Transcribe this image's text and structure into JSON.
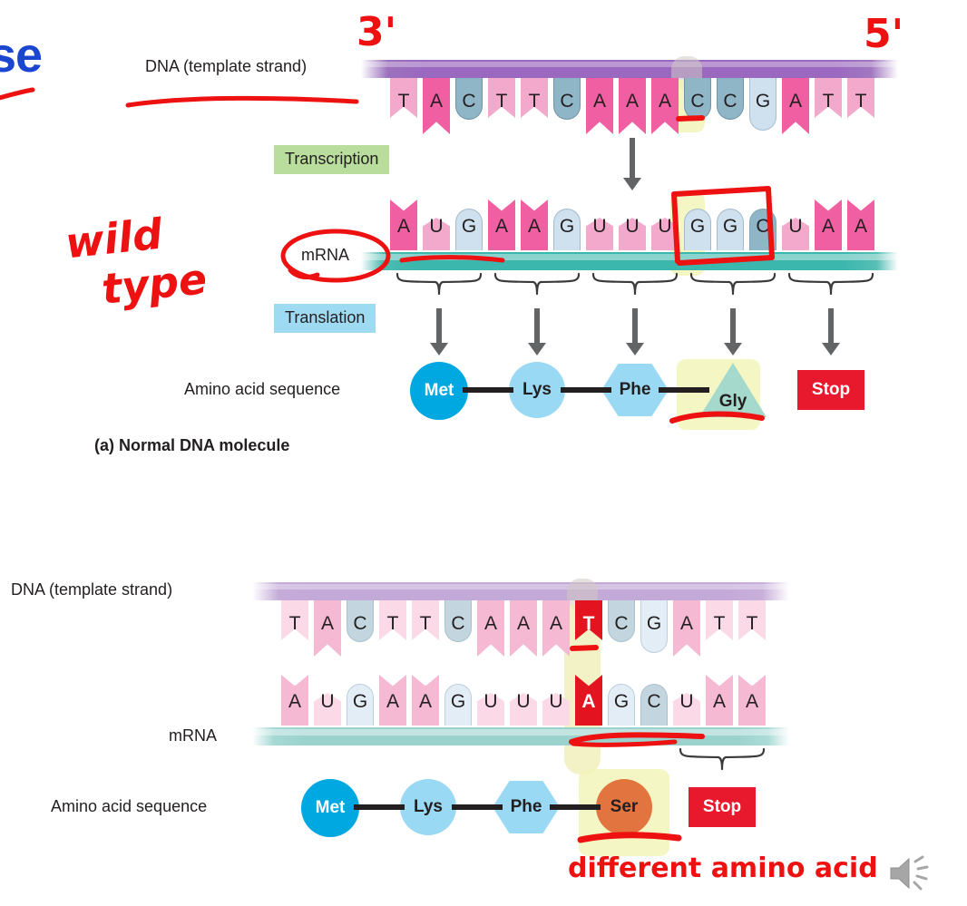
{
  "slide": {
    "title_fragment": "se",
    "speaker_icon": "speaker-icon"
  },
  "panel_a": {
    "caption": "(a) Normal DNA molecule",
    "dna_label": "DNA (template strand)",
    "mrna_label": "mRNA",
    "aa_label": "Amino acid sequence",
    "transcription_label": "Transcription",
    "translation_label": "Translation",
    "dna_bases": [
      "T",
      "A",
      "C",
      "T",
      "T",
      "C",
      "A",
      "A",
      "A",
      "C",
      "C",
      "G",
      "A",
      "T",
      "T"
    ],
    "mrna_bases": [
      "A",
      "U",
      "G",
      "A",
      "A",
      "G",
      "U",
      "U",
      "U",
      "G",
      "G",
      "C",
      "U",
      "A",
      "A"
    ],
    "amino_acids": [
      {
        "name": "Met",
        "shape": "circle",
        "color": "#00a8e1"
      },
      {
        "name": "Lys",
        "shape": "circle",
        "color": "#9ad9f4"
      },
      {
        "name": "Phe",
        "shape": "hexagon",
        "color": "#9ad9f4"
      },
      {
        "name": "Gly",
        "shape": "triangle",
        "color": "#a5d9cc"
      },
      {
        "name": "Stop",
        "shape": "square",
        "color": "#e8192c"
      }
    ],
    "codons": [
      "AUG",
      "AAG",
      "UUU",
      "GGC",
      "UAA"
    ]
  },
  "panel_b": {
    "dna_label": "DNA (template strand)",
    "mrna_label": "mRNA",
    "aa_label": "Amino acid sequence",
    "dna_bases": [
      "T",
      "A",
      "C",
      "T",
      "T",
      "C",
      "A",
      "A",
      "A",
      "T",
      "C",
      "G",
      "A",
      "T",
      "T"
    ],
    "mrna_bases": [
      "A",
      "U",
      "G",
      "A",
      "A",
      "G",
      "U",
      "U",
      "U",
      "A",
      "G",
      "C",
      "U",
      "A",
      "A"
    ],
    "mutated_dna_index": 9,
    "mutated_mrna_index": 9,
    "amino_acids": [
      {
        "name": "Met",
        "shape": "circle",
        "color": "#00a8e1"
      },
      {
        "name": "Lys",
        "shape": "circle",
        "color": "#9ad9f4"
      },
      {
        "name": "Phe",
        "shape": "hexagon",
        "color": "#9ad9f4"
      },
      {
        "name": "Ser",
        "shape": "circle",
        "color": "#e2743f"
      },
      {
        "name": "Stop",
        "shape": "square",
        "color": "#e8192c"
      }
    ],
    "codons": [
      "UAA"
    ]
  },
  "annotations": {
    "three_prime": "3'",
    "five_prime": "5'",
    "wild_type_line1": "wild",
    "wild_type_line2": "type",
    "different_aa_line": "different amino acid",
    "ink_color": "#ee1111"
  }
}
